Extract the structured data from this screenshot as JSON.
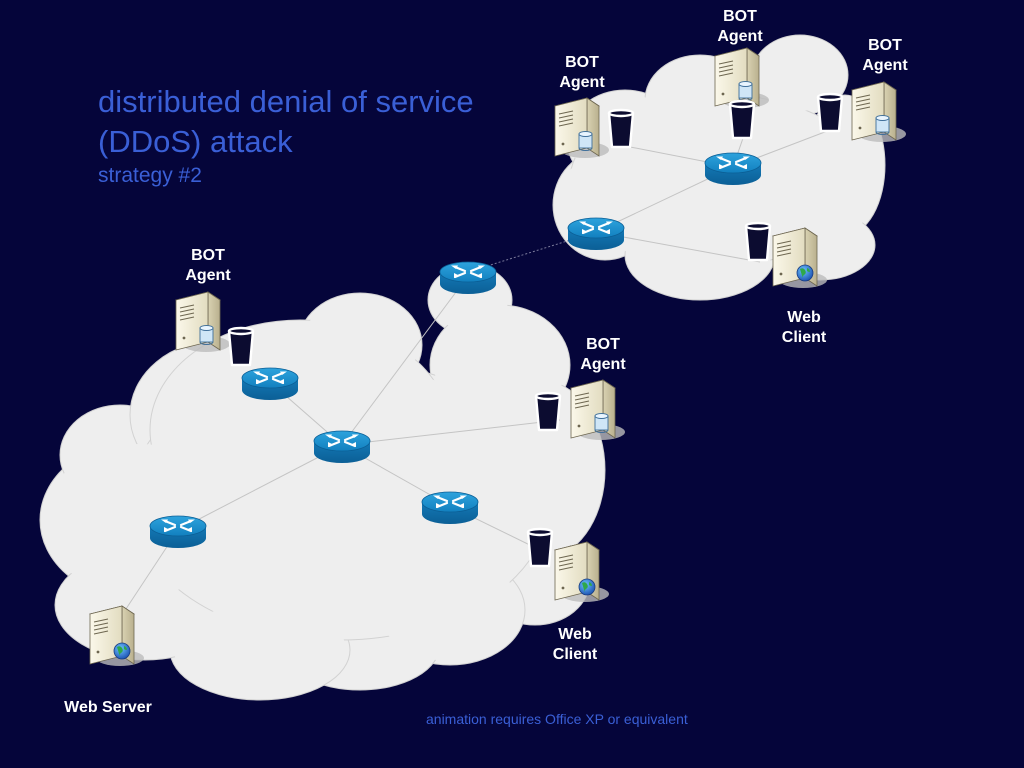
{
  "title": {
    "line1": "distributed denial of service",
    "line2": "(DDoS) attack",
    "subtitle": "strategy #2"
  },
  "labels": {
    "bot_agent": [
      "BOT",
      "Agent"
    ],
    "web_client": [
      "Web",
      "Client"
    ],
    "web_server": "Web Server"
  },
  "footer": "animation requires Office XP or equivalent",
  "colors": {
    "background": "#05053a",
    "title": "#3a5fd6",
    "cloud": "#eeeeee",
    "router": "#1684c4",
    "cup": "#0c0c30",
    "server_body": "#f1ecd6"
  },
  "icons": {
    "router": "router-icon",
    "server": "server-icon",
    "db_server": "database-server-icon",
    "web_server": "web-server-icon",
    "cup": "cup-icon"
  }
}
